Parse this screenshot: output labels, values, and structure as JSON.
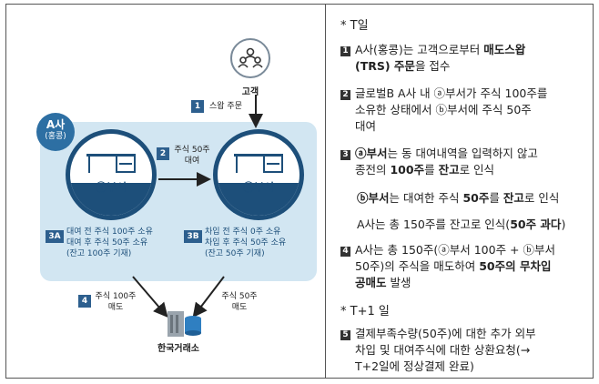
{
  "diagram": {
    "company_a": {
      "name": "A사",
      "region": "(홍콩)"
    },
    "customer_label": "고객",
    "dept_a_label": "ⓐ부서",
    "dept_b_label": "ⓑ부서",
    "exchange_label": "한국거래소",
    "steps": {
      "s1": {
        "num": "1",
        "text": "스왑 주문"
      },
      "s2": {
        "num": "2",
        "line1": "주식 50주",
        "line2": "대여"
      },
      "s3a": {
        "num": "3A",
        "line1": "대여 전 주식 100주 소유",
        "line2": "대여 후 주식 50주 소유",
        "line3": "(잔고 100주 기재)"
      },
      "s3b": {
        "num": "3B",
        "line1": "차입 전 주식 0주 소유",
        "line2": "차입 후 주식 50주 소유",
        "line3": "(잔고 50주 기재)"
      },
      "s4a": {
        "num": "4",
        "line1": "주식 100주",
        "line2": "매도"
      },
      "s4b": {
        "line1": "주식 50주",
        "line2": "매도"
      }
    },
    "colors": {
      "panel": "#d2e6f2",
      "navy": "#1d4f7a",
      "badge": "#2d6fa3"
    }
  },
  "explanation": {
    "t_day": "* T일",
    "t1_day": "* T+1 일",
    "items": [
      {
        "num": "1",
        "pre": "A사(홍콩)는 고객으로부터 ",
        "bold": "매도스왑",
        "line2_bold": "(TRS) 주문",
        "line2_rest": "을 접수"
      },
      {
        "num": "2",
        "line1": "글로벌B A사 내 ⓐ부서가 주식 100주를",
        "line2": "소유한 상태에서 ⓑ부서에 주식 50주",
        "line3": "대여"
      },
      {
        "num": "3",
        "bold1": "ⓐ부서",
        "rest1": "는 동 대여내역을 입력하지 않고",
        "pre2": "종전의 ",
        "bold2": "100주",
        "mid2": "를 ",
        "bold2b": "잔고",
        "rest2": "로 인식"
      },
      {
        "num": "4",
        "line1": "A사는 총 150주(ⓐ부서 100주 + ⓑ부서",
        "pre2": "50주)의 주식을 매도하여 ",
        "bold2": "50주의 무차입",
        "bold3": "공매도",
        "rest3": " 발생"
      },
      {
        "num": "5",
        "line1": "결제부족수량(50주)에 대한 추가 외부",
        "line2": "차입 및 대여주식에 대한 상환요청(→",
        "line3": "T+2일에 정상결제 완료)"
      }
    ],
    "sub3b": {
      "bold1": "ⓑ부서",
      "mid1": "는 대여한 주식 ",
      "bold2": "50주",
      "mid2": "를 ",
      "bold3": "잔고",
      "rest": "로 인식"
    },
    "sub3c": {
      "pre": "A사는 총 150주를 잔고로 인식(",
      "bold": "50주 과다",
      "post": ")"
    }
  }
}
